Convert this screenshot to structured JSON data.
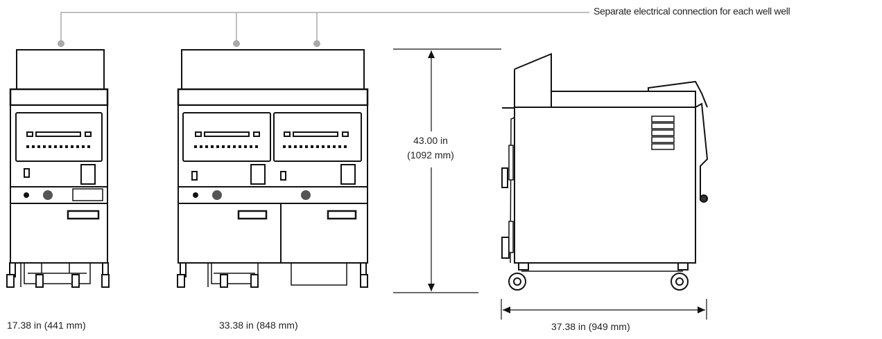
{
  "callout": {
    "text": "Separate electrical connection for each well well"
  },
  "dimensions": {
    "single_width": "17.38 in (441 mm)",
    "double_width": "33.38 in (848 mm)",
    "height_in": "43.00 in",
    "height_mm": "(1092 mm)",
    "depth": "37.38 in (949 mm)"
  },
  "colors": {
    "outline": "#111111",
    "leader": "#aaaaaa",
    "knob": "#555555"
  }
}
